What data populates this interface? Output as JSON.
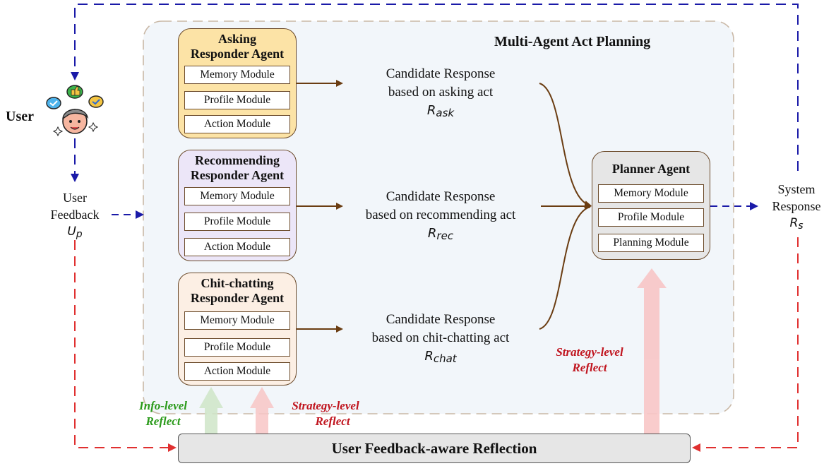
{
  "panel_title": "Multi-Agent Act Planning",
  "user": {
    "label": "User"
  },
  "user_feedback": {
    "line1": "User",
    "line2": "Feedback",
    "symbol": "U",
    "symbol_sub": "p"
  },
  "system_response": {
    "line1": "System",
    "line2": "Response",
    "symbol": "R",
    "symbol_sub": "s"
  },
  "agents": [
    {
      "title_line1": "Asking",
      "title_line2": "Responder Agent",
      "modules": [
        "Memory Module",
        "Profile Module",
        "Action Module"
      ]
    },
    {
      "title_line1": "Recommending",
      "title_line2": "Responder Agent",
      "modules": [
        "Memory Module",
        "Profile Module",
        "Action Module"
      ]
    },
    {
      "title_line1": "Chit-chatting",
      "title_line2": "Responder Agent",
      "modules": [
        "Memory Module",
        "Profile Module",
        "Action Module"
      ]
    }
  ],
  "candidates": [
    {
      "line1": "Candidate Response",
      "line2": "based on asking act",
      "symbol": "R",
      "symbol_sub": "ask"
    },
    {
      "line1": "Candidate Response",
      "line2": "based on recommending act",
      "symbol": "R",
      "symbol_sub": "rec"
    },
    {
      "line1": "Candidate Response",
      "line2": "based on chit-chatting act",
      "symbol": "R",
      "symbol_sub": "chat"
    }
  ],
  "planner": {
    "title": "Planner Agent",
    "modules": [
      "Memory Module",
      "Profile Module",
      "Planning Module"
    ]
  },
  "reflections": {
    "info_level": {
      "line1": "Info-level",
      "line2": "Reflect"
    },
    "strategy_level_left": {
      "line1": "Strategy-level",
      "line2": "Reflect"
    },
    "strategy_level_right": {
      "line1": "Strategy-level",
      "line2": "Reflect"
    }
  },
  "bottom_bar": "User Feedback-aware Reflection",
  "colors": {
    "blue_dash": "#1a1aa8",
    "red_dash": "#e03030",
    "brown": "#6b3d12",
    "green_text": "#2a9a1a",
    "red_text": "#c0141e",
    "asking_fill": "#fce3a6",
    "recommending_fill": "#ece6f8",
    "chit_fill": "#fcefe4",
    "planner_fill": "#e6e6e6",
    "panel_fill": "#f2f6fa"
  },
  "icons": [
    "user-avatar-icon",
    "thumbs-up-bubble-icon",
    "check-bubble-icon",
    "sparkle-icon"
  ]
}
